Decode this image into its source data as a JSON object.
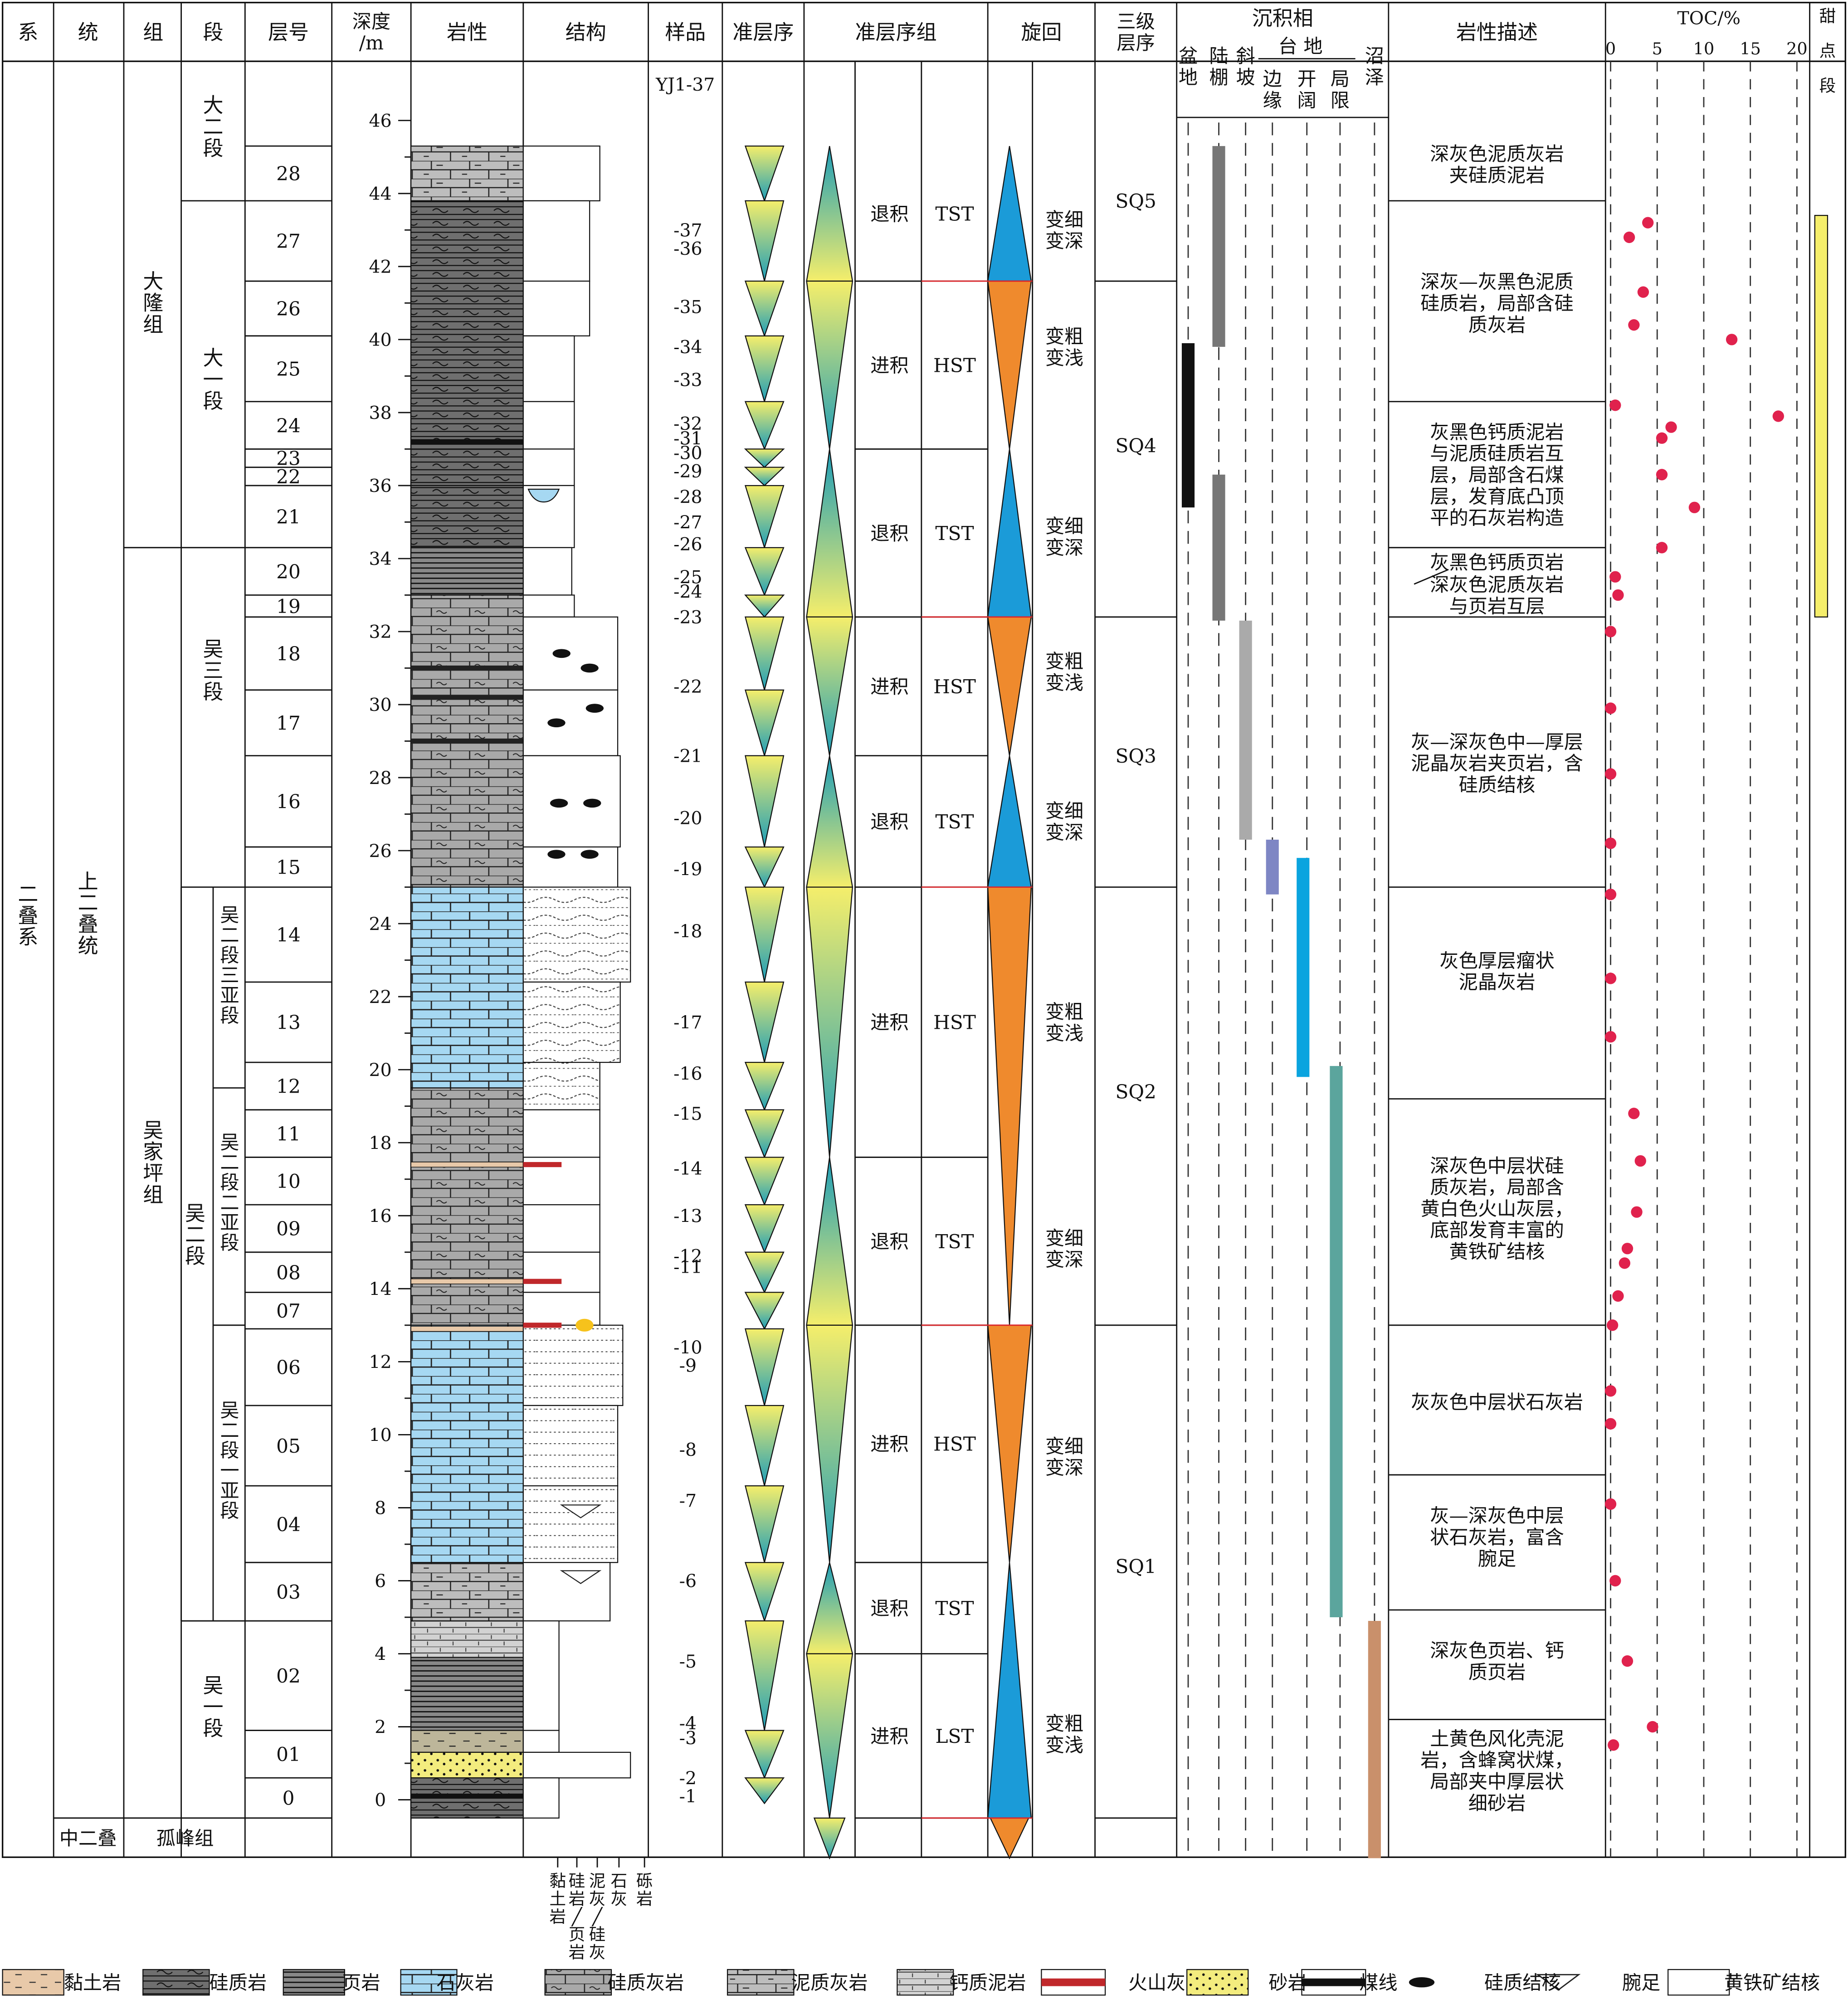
{
  "headers": {
    "system": "系",
    "series": "统",
    "formation": "组",
    "member": "段",
    "layer_no": "层号",
    "depth": "深度\n/m",
    "lithology": "岩性",
    "structure": "结构",
    "sample": "样品",
    "parasequence": "准层序",
    "parasequence_set": "准层序组",
    "cycle": "旋回",
    "third_order": "三级\n层序",
    "facies": "沉积相",
    "facies_sub": [
      "盆\n地",
      "陆\n棚",
      "斜\n坡",
      "边\n缘",
      "开\n阔",
      "局\n限",
      "沼\n泽"
    ],
    "platform": "台 地",
    "description": "岩性描述",
    "toc": "TOC/%",
    "sweet": "甜\n点\n段"
  },
  "toc_ticks": [
    "0",
    "5",
    "10",
    "15",
    "20"
  ],
  "sample_top": "YJ1-37",
  "system_name": "二叠系",
  "series_upper": "上二叠统",
  "series_middle": "中二叠",
  "formations": [
    {
      "name": "大隆组"
    },
    {
      "name": "吴家坪组"
    },
    {
      "name": "孤峰组"
    }
  ],
  "members": [
    "大二段",
    "大一段",
    "吴三段",
    "吴二段",
    "吴一段"
  ],
  "submembers": [
    "吴二段三亚段",
    "吴二段二亚段",
    "吴二段一亚段"
  ],
  "layers": [
    "28",
    "27",
    "26",
    "25",
    "24",
    "23",
    "22",
    "21",
    "20",
    "19",
    "18",
    "17",
    "16",
    "15",
    "14",
    "13",
    "12",
    "11",
    "10",
    "09",
    "08",
    "07",
    "06",
    "05",
    "04",
    "03",
    "02",
    "01",
    "0"
  ],
  "depth_ticks": [
    "46",
    "44",
    "42",
    "40",
    "38",
    "36",
    "34",
    "32",
    "30",
    "28",
    "26",
    "24",
    "22",
    "20",
    "18",
    "16",
    "14",
    "12",
    "10",
    "8",
    "6",
    "4",
    "2",
    "0"
  ],
  "samples": [
    "-37",
    "-36",
    "-35",
    "-34",
    "-33",
    "-32",
    "-31",
    "-30",
    "-29",
    "-28",
    "-27",
    "-26",
    "-25",
    "-24",
    "-23",
    "-22",
    "-21",
    "-20",
    "-19",
    "-18",
    "-17",
    "-16",
    "-15",
    "-14",
    "-13",
    "-12",
    "-11",
    "-10",
    "-9",
    "-8",
    "-7",
    "-6",
    "-5",
    "-4",
    "-3",
    "-2",
    "-1"
  ],
  "ps_sets": [
    {
      "type": "退积",
      "tract": "TST"
    },
    {
      "type": "进积",
      "tract": "HST"
    },
    {
      "type": "退积",
      "tract": "TST"
    },
    {
      "type": "进积",
      "tract": "HST"
    },
    {
      "type": "退积",
      "tract": "TST"
    },
    {
      "type": "进积",
      "tract": "HST"
    },
    {
      "type": "退积",
      "tract": "TST"
    },
    {
      "type": "进积",
      "tract": "HST"
    },
    {
      "type": "退积",
      "tract": "TST"
    },
    {
      "type": "进积",
      "tract": "LST"
    }
  ],
  "cycle_labels": [
    "变细\n变深",
    "变粗\n变浅",
    "变细\n变深",
    "变粗\n变浅",
    "变细\n变深",
    "变粗\n变浅",
    "变细\n变深",
    "变细\n变深",
    "变粗\n变浅"
  ],
  "sequences": [
    "SQ5",
    "SQ4",
    "SQ3",
    "SQ2",
    "SQ1"
  ],
  "descriptions": [
    "深灰色泥质灰岩\n夹硅质泥岩",
    "深灰—灰黑色泥质\n硅质岩，局部含硅\n质灰岩",
    "灰黑色钙质泥岩\n与泥质硅质岩互\n层，局部含石煤\n层，发育底凸顶\n平的石灰岩构造",
    "灰黑色钙质页岩",
    "深灰色泥质灰岩\n与页岩互层",
    "灰—深灰色中—厚层\n泥晶灰岩夹页岩，含\n硅质结核",
    "灰色厚层瘤状\n泥晶灰岩",
    "深灰色中层状硅\n质灰岩，局部含\n黄白色火山灰层，\n底部发育丰富的\n黄铁矿结核",
    "灰灰色中层状石灰岩",
    "灰—深灰色中层\n状石灰岩，富含\n腕足",
    "深灰色页岩、钙\n质页岩",
    "土黄色风化壳泥\n岩，含蜂窝状煤，\n局部夹中厚层状\n细砂岩"
  ],
  "grain_labels": [
    "黏\n土\n岩",
    "硅\n岩\n╱\n页\n岩",
    "泥\n灰\n╱\n硅\n灰",
    "石\n灰",
    "砾\n岩"
  ],
  "toc_values": [
    4,
    2,
    3.5,
    2.5,
    13,
    0.5,
    18,
    6.5,
    5.5,
    5.5,
    9,
    5.5,
    0.5,
    0.8,
    0,
    0,
    0,
    0,
    0,
    0,
    0,
    2.5,
    3.2,
    2.8,
    1.8,
    1.5,
    0.8,
    0.2,
    0,
    0,
    0,
    0.5,
    1.8,
    4.5,
    0.3
  ],
  "legend": [
    "黏土岩",
    "硅质岩",
    "页岩",
    "石灰岩",
    "硅质灰岩",
    "泥质灰岩",
    "钙质泥岩",
    "火山灰",
    "砂岩",
    "煤线",
    "硅质结核",
    "腕足",
    "黄铁矿结核"
  ],
  "colors": {
    "limestone": "#a6d8f2",
    "orange": "#ef8a2d",
    "blue": "#1b9bd8",
    "yellow": "#f5ee6b",
    "teal": "#5ba59d",
    "cyan": "#0aa4df",
    "violet": "#7e86c4",
    "brown": "#c9906b",
    "red": "#e0224d"
  }
}
